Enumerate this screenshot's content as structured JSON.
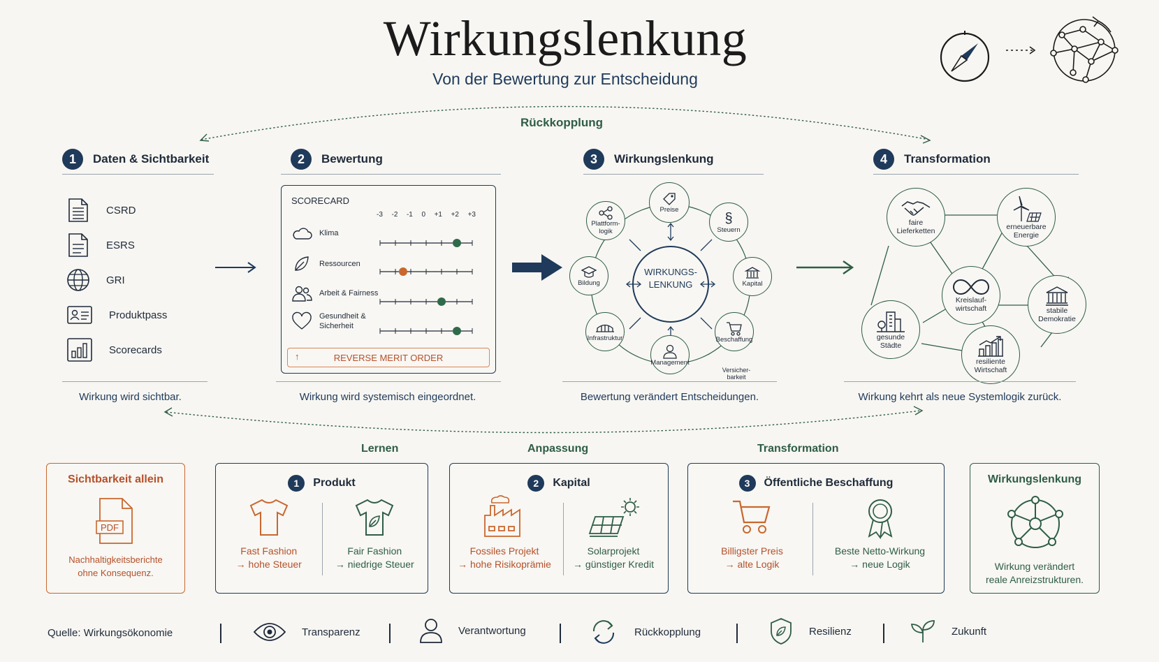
{
  "header": {
    "title": "Wirkungslenkung",
    "subtitle": "Von der Bewertung zur Entscheidung"
  },
  "feedback_top": "Rückkopplung",
  "steps": [
    {
      "num": "1",
      "title": "Daten & Sichtbarkeit",
      "caption": "Wirkung wird sichtbar."
    },
    {
      "num": "2",
      "title": "Bewertung",
      "caption": "Wirkung wird systemisch eingeordnet."
    },
    {
      "num": "3",
      "title": "Wirkungslenkung",
      "caption": "Bewertung verändert Entscheidungen."
    },
    {
      "num": "4",
      "title": "Transformation",
      "caption": "Wirkung kehrt als neue Systemlogik zurück."
    }
  ],
  "sources": [
    {
      "label": "CSRD",
      "icon": "document-icon"
    },
    {
      "label": "ESRS",
      "icon": "document-icon"
    },
    {
      "label": "GRI",
      "icon": "globe-icon"
    },
    {
      "label": "Produktpass",
      "icon": "id-card-icon"
    },
    {
      "label": "Scorecards",
      "icon": "bar-chart-icon"
    }
  ],
  "scorecard": {
    "title": "SCORECARD",
    "scale": [
      "-3",
      "-2",
      "-1",
      "0",
      "+1",
      "+2",
      "+3"
    ],
    "rows": [
      {
        "label": "Klima",
        "score": 2,
        "color": "#2f6b4a",
        "icon": "cloud-icon"
      },
      {
        "label": "Ressourcen",
        "score": -1.5,
        "color": "#c9672e",
        "icon": "leaf-icon"
      },
      {
        "label": "Arbeit & Fairness",
        "score": 1,
        "color": "#2f6b4a",
        "icon": "people-icon"
      },
      {
        "label": "Gesundheit & Sicherheit",
        "score": 2,
        "color": "#2f6b4a",
        "icon": "heart-icon"
      }
    ],
    "button": "REVERSE MERIT ORDER"
  },
  "hub": {
    "center": "WIRKUNGS-\nLENKUNG",
    "nodes": [
      {
        "label": "Preise",
        "icon": "tag-icon"
      },
      {
        "label": "Steuern",
        "icon": "paragraph-icon"
      },
      {
        "label": "Kapital",
        "icon": "bank-icon"
      },
      {
        "label": "Beschaffung",
        "icon": "cart-icon"
      },
      {
        "label": "Versicher-\nbarkeit",
        "icon": "umbrella-icon"
      },
      {
        "label": "Management",
        "icon": "person-icon"
      },
      {
        "label": "Infrastruktur",
        "icon": "bridge-icon"
      },
      {
        "label": "Bildung",
        "icon": "graduation-icon"
      },
      {
        "label": "Plattform-\nlogik",
        "icon": "share-icon"
      }
    ]
  },
  "transformation": [
    {
      "label": "faire\nLieferketten",
      "icon": "handshake-icon"
    },
    {
      "label": "erneuerbare\nEnergie",
      "icon": "wind-solar-icon"
    },
    {
      "label": "Kreislauf-\nwirtschaft",
      "icon": "infinity-icon"
    },
    {
      "label": "stabile\nDemokratie",
      "icon": "institution-icon"
    },
    {
      "label": "gesunde\nStädte",
      "icon": "city-icon"
    },
    {
      "label": "resiliente\nWirtschaft",
      "icon": "growth-chart-icon"
    }
  ],
  "stages": {
    "learn": "Lernen",
    "adapt": "Anpassung",
    "transform": "Transformation"
  },
  "visibility_card": {
    "title": "Sichtbarkeit allein",
    "icon_text": "PDF",
    "text": "Nachhaltigkeitsberichte\nohne Konsequenz."
  },
  "examples": [
    {
      "num": "1",
      "title": "Produkt",
      "left": {
        "line1": "Fast Fashion",
        "line2": "→ hohe Steuer"
      },
      "right": {
        "line1": "Fair Fashion",
        "line2": "→ niedrige Steuer"
      }
    },
    {
      "num": "2",
      "title": "Kapital",
      "left": {
        "line1": "Fossiles Projekt",
        "line2": "→ hohe Risikoprämie"
      },
      "right": {
        "line1": "Solarprojekt",
        "line2": "→ günstiger Kredit"
      }
    },
    {
      "num": "3",
      "title": "Öffentliche Beschaffung",
      "left": {
        "line1": "Billigster Preis",
        "line2": "→ alte Logik"
      },
      "right": {
        "line1": "Beste Netto-Wirkung",
        "line2": "→ neue Logik"
      }
    }
  ],
  "steering_card": {
    "title": "Wirkungslenkung",
    "text": "Wirkung verändert\nreale Anreizstrukturen."
  },
  "footer": {
    "source": "Quelle: Wirkungsökonomie",
    "legend": [
      "Transparenz",
      "Verantwortung",
      "Rückkopplung",
      "Resilienz",
      "Zukunft"
    ]
  },
  "colors": {
    "navy": "#1f3a5a",
    "green": "#2f5d45",
    "rust": "#b5502a"
  }
}
